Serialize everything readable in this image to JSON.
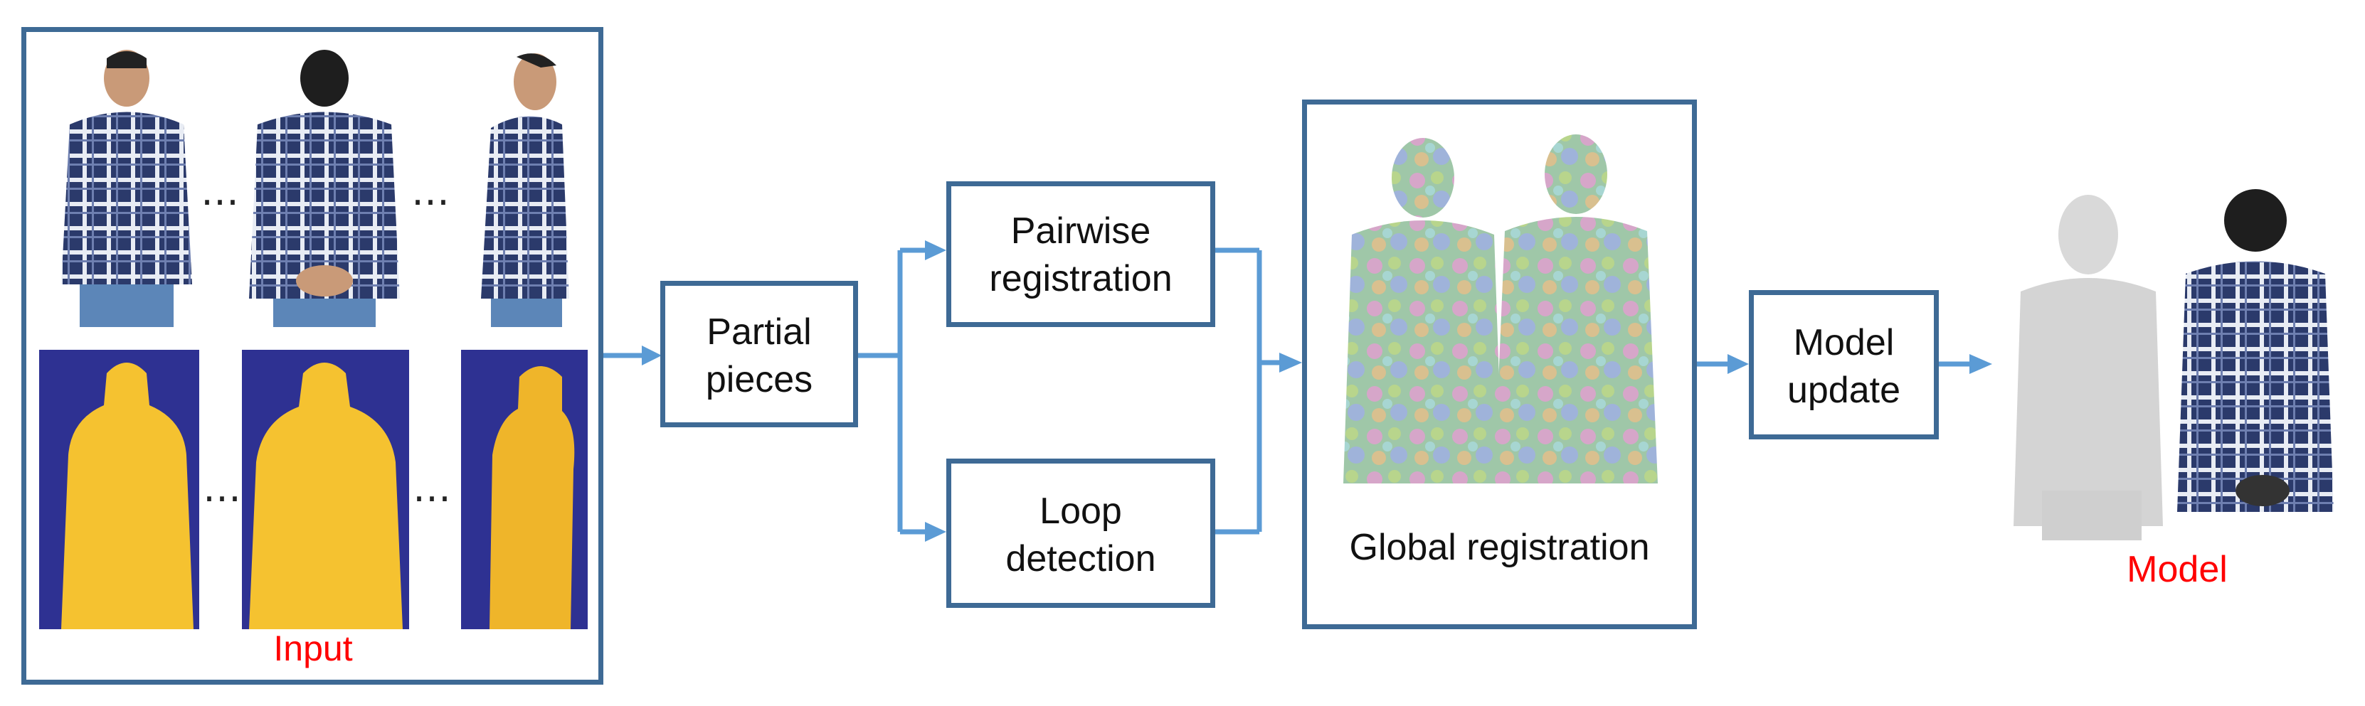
{
  "input_label": "Input",
  "ellipsis": "…",
  "steps": {
    "partial_pieces": [
      "Partial",
      "pieces"
    ],
    "pairwise_registration": [
      "Pairwise",
      "registration"
    ],
    "loop_detection": [
      "Loop",
      "detection"
    ],
    "global_registration": "Global registration",
    "model_update": [
      "Model",
      "update"
    ]
  },
  "model_label": "Model",
  "colors": {
    "box_border": "#3E6A95",
    "arrow": "#5B9BD5",
    "label_red": "#FF0000",
    "depth_background": "#2E3192",
    "depth_figure": "#F5C230",
    "shirt_plaid": "#2B3A6B",
    "mesh_white": "#D9D9D9"
  }
}
